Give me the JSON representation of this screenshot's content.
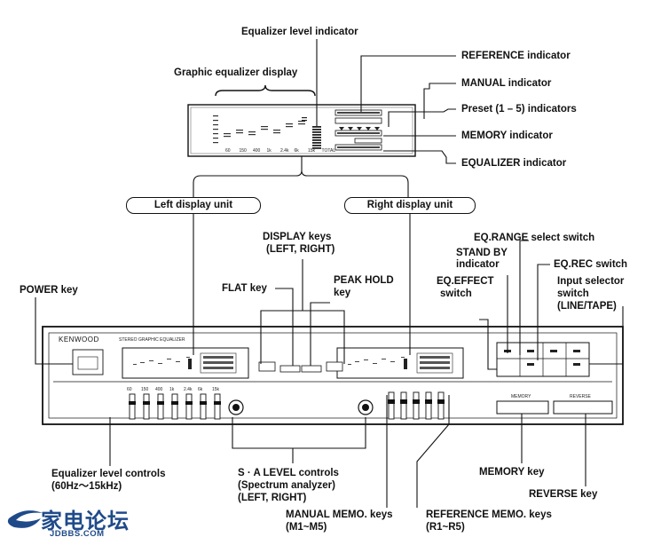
{
  "labels": {
    "eq_level_indicator": "Equalizer level indicator",
    "graphic_eq_display": "Graphic equalizer display",
    "reference_indicator": "REFERENCE indicator",
    "manual_indicator": "MANUAL indicator",
    "preset_indicators": "Preset (1 – 5) indicators",
    "memory_indicator": "MEMORY indicator",
    "equalizer_indicator": "EQUALIZER indicator",
    "left_display_unit": "Left display unit",
    "right_display_unit": "Right display unit",
    "display_keys_1": "DISPLAY keys",
    "display_keys_2": "(LEFT, RIGHT)",
    "eq_range_switch": "EQ.RANGE select switch",
    "stand_by_1": "STAND BY",
    "stand_by_2": "indicator",
    "eq_rec_switch": "EQ.REC switch",
    "power_key": "POWER key",
    "flat_key": "FLAT key",
    "peak_hold_1": "PEAK HOLD",
    "peak_hold_2": "key",
    "eq_effect_1": "EQ.EFFECT",
    "eq_effect_2": "switch",
    "input_selector_1": "Input selector",
    "input_selector_2": "switch",
    "input_selector_3": "(LINE/TAPE)",
    "eq_level_controls_1": "Equalizer level controls",
    "eq_level_controls_2": "(60Hz～15kHz)",
    "sa_level_1": "S · A LEVEL controls",
    "sa_level_2": "(Spectrum analyzer)",
    "sa_level_3": "(LEFT, RIGHT)",
    "memory_key": "MEMORY key",
    "reverse_key": "REVERSE key",
    "manual_memo_1": "MANUAL MEMO. keys",
    "manual_memo_2": "(M1~M5)",
    "reference_memo_1": "REFERENCE MEMO. keys",
    "reference_memo_2": "(R1~R5)"
  },
  "device": {
    "brand": "KENWOOD",
    "model_text": "STEREO GRAPHIC EQUALIZER",
    "freq_labels": [
      "60",
      "150",
      "400",
      "1k",
      "2.4k",
      "6k",
      "15k"
    ],
    "display_freq_labels": [
      "60",
      "150",
      "400",
      "1k",
      "2.4k",
      "6k",
      "15k",
      "TOTAL"
    ],
    "panel_keys": [
      "MEMORY",
      "REVERSE"
    ]
  },
  "watermark": {
    "cn": "家电论坛",
    "en": "JDBBS.COM"
  },
  "colors": {
    "ink": "#111111",
    "watermark_blue": "#1f4a8a"
  }
}
